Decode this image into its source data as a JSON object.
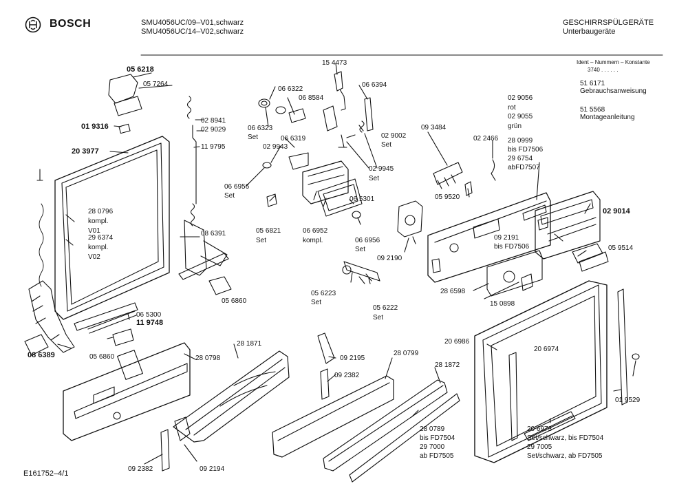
{
  "header": {
    "brand": "BOSCH",
    "model_1": "SMU4056UC/09–V01,schwarz",
    "model_2": "SMU4056UC/14–V02,schwarz",
    "category_1": "GESCHIRRSPÜLGERÄTE",
    "category_2": "Unterbaugeräte"
  },
  "info": {
    "ident_title": "Ident – Nummern – Konstante",
    "ident_value": "3740 . . . . . .",
    "doc1_no": "51 6171",
    "doc1_label": "Gebrauchsanweisung",
    "doc2_no": "51 5568",
    "doc2_label": "Montageanleitung"
  },
  "footer": {
    "drawing_id": "E161752–4/1"
  },
  "labels": [
    {
      "id": "p056218",
      "text": "05 6218",
      "bold": true
    },
    {
      "id": "p057264",
      "text": "05 7264"
    },
    {
      "id": "p019316",
      "text": "01 9316",
      "bold": true
    },
    {
      "id": "p203977",
      "text": "20 3977",
      "bold": true
    },
    {
      "id": "p028941",
      "text": "02 8941"
    },
    {
      "id": "p029029",
      "text": "02 9029"
    },
    {
      "id": "p119795",
      "text": "11 9795"
    },
    {
      "id": "p280796",
      "text": "28 0796"
    },
    {
      "id": "komplV01a",
      "text": "kompl."
    },
    {
      "id": "V01",
      "text": "V01"
    },
    {
      "id": "p296374",
      "text": "29 6374"
    },
    {
      "id": "komplV02",
      "text": "kompl."
    },
    {
      "id": "V02",
      "text": "V02"
    },
    {
      "id": "p086391",
      "text": "08 6391"
    },
    {
      "id": "p065300",
      "text": "06 5300"
    },
    {
      "id": "p119748",
      "text": "11 9748",
      "bold": true
    },
    {
      "id": "p086389",
      "text": "08 6389",
      "bold": true
    },
    {
      "id": "p056860a",
      "text": "05 6860"
    },
    {
      "id": "p056860b",
      "text": "05 6860"
    },
    {
      "id": "p066322",
      "text": "06 6322"
    },
    {
      "id": "p066323",
      "text": "06 6323"
    },
    {
      "id": "set066323",
      "text": "Set"
    },
    {
      "id": "p068584",
      "text": "06 8584"
    },
    {
      "id": "p066319",
      "text": "06 6319"
    },
    {
      "id": "p029943",
      "text": "02 9943"
    },
    {
      "id": "p066956a",
      "text": "06 6956"
    },
    {
      "id": "set066956a",
      "text": "Set"
    },
    {
      "id": "p056821",
      "text": "05 6821"
    },
    {
      "id": "set056821",
      "text": "Set"
    },
    {
      "id": "p066952",
      "text": "06 6952"
    },
    {
      "id": "kompl066952",
      "text": "kompl."
    },
    {
      "id": "p065301",
      "text": "06 5301"
    },
    {
      "id": "p066956b",
      "text": "06 6956"
    },
    {
      "id": "set066956b",
      "text": "Set"
    },
    {
      "id": "p154473",
      "text": "15 4473"
    },
    {
      "id": "p066394",
      "text": "06 6394"
    },
    {
      "id": "p029002",
      "text": "02 9002"
    },
    {
      "id": "set029002",
      "text": "Set"
    },
    {
      "id": "p029945",
      "text": "02 9945"
    },
    {
      "id": "set029945",
      "text": "Set"
    },
    {
      "id": "p029056",
      "text": "02 9056"
    },
    {
      "id": "rot",
      "text": "rot"
    },
    {
      "id": "p029055",
      "text": "02 9055"
    },
    {
      "id": "gruen",
      "text": "grün"
    },
    {
      "id": "p093484",
      "text": "09 3484"
    },
    {
      "id": "p022466",
      "text": "02 2466"
    },
    {
      "id": "p280999",
      "text": "28 0999"
    },
    {
      "id": "bisFD7506a",
      "text": "bis FD7506"
    },
    {
      "id": "p296754",
      "text": "29 6754"
    },
    {
      "id": "abFD7507",
      "text": "abFD7507"
    },
    {
      "id": "p059520",
      "text": "05 9520"
    },
    {
      "id": "p029014",
      "text": "02 9014",
      "bold": true
    },
    {
      "id": "p092191",
      "text": "09 2191"
    },
    {
      "id": "bisFD7506b",
      "text": "bis FD7506"
    },
    {
      "id": "p059514",
      "text": "05 9514"
    },
    {
      "id": "p092190",
      "text": "09 2190"
    },
    {
      "id": "p056223",
      "text": "05 6223"
    },
    {
      "id": "set056223",
      "text": "Set"
    },
    {
      "id": "p056222",
      "text": "05 6222"
    },
    {
      "id": "set056222",
      "text": "Set"
    },
    {
      "id": "p286598",
      "text": "28 6598"
    },
    {
      "id": "p150898",
      "text": "15 0898"
    },
    {
      "id": "p281871",
      "text": "28 1871"
    },
    {
      "id": "p280798",
      "text": "28 0798"
    },
    {
      "id": "p092195",
      "text": "09 2195"
    },
    {
      "id": "p092382a",
      "text": "09 2382"
    },
    {
      "id": "p280799",
      "text": "28 0799"
    },
    {
      "id": "p281872",
      "text": "28 1872"
    },
    {
      "id": "p206986",
      "text": "20 6986"
    },
    {
      "id": "p206974",
      "text": "20 6974"
    },
    {
      "id": "p019529",
      "text": "01 9529"
    },
    {
      "id": "p280789",
      "text": "28 0789"
    },
    {
      "id": "bisFD7504a",
      "text": "bis FD7504"
    },
    {
      "id": "p297000",
      "text": "29 7000"
    },
    {
      "id": "abFD7505a",
      "text": "ab FD7505"
    },
    {
      "id": "p206973",
      "text": "20 6973"
    },
    {
      "id": "setschwarz1",
      "text": "Set/schwarz, bis FD7504"
    },
    {
      "id": "p297005",
      "text": "29 7005"
    },
    {
      "id": "setschwarz2",
      "text": "Set/schwarz, ab FD7505"
    },
    {
      "id": "p092382b",
      "text": "09 2382"
    },
    {
      "id": "p092194",
      "text": "09 2194"
    }
  ]
}
